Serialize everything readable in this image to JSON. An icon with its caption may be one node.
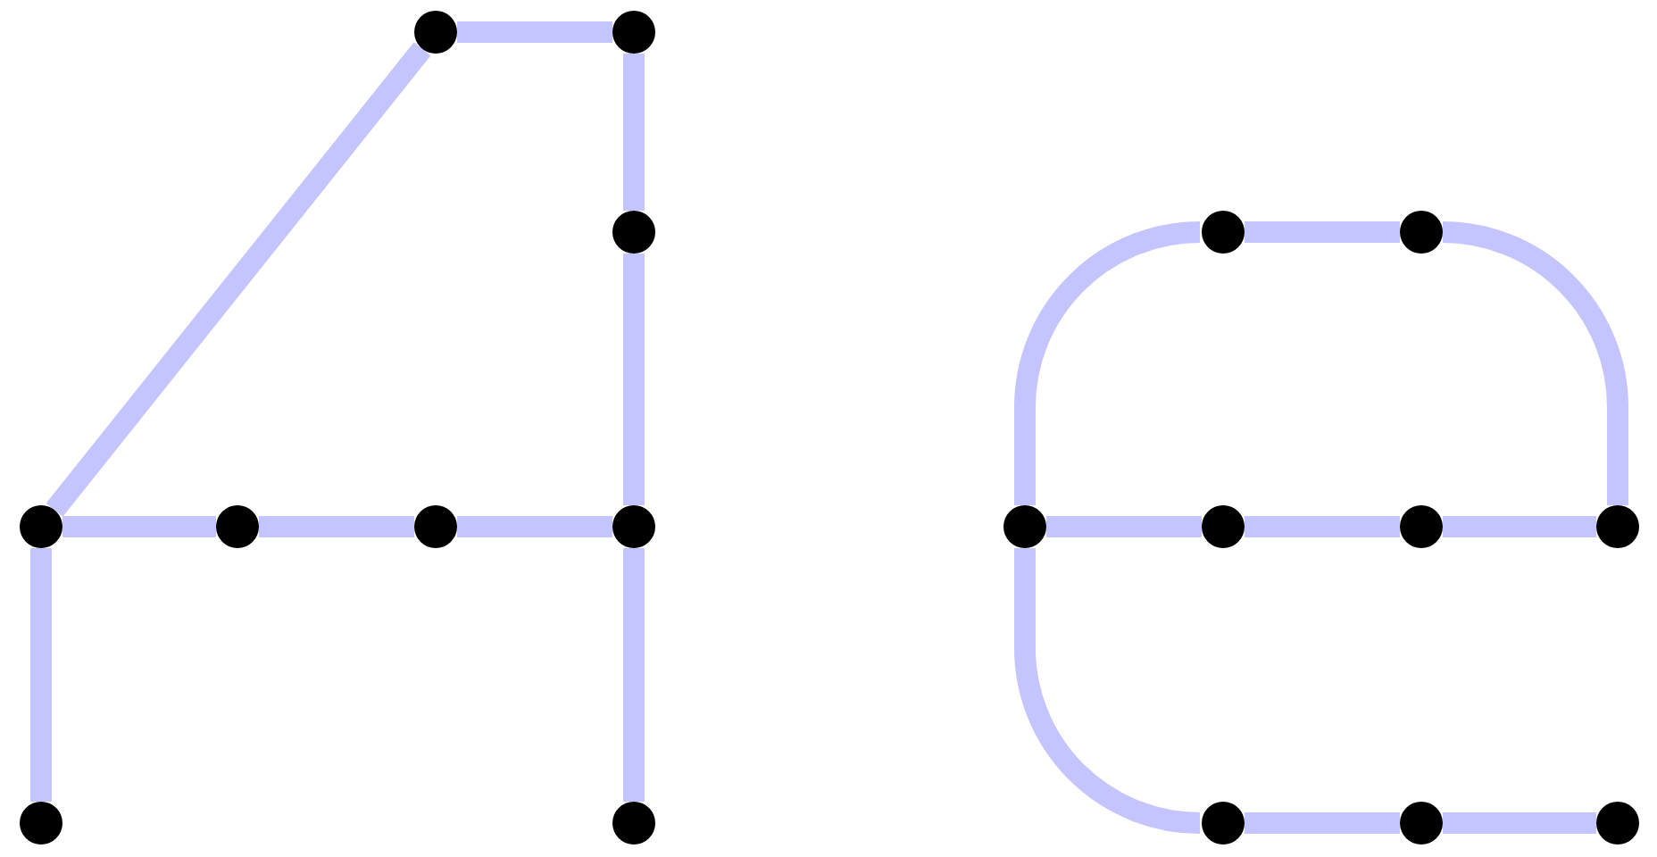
{
  "diagram": {
    "nodes": [
      {
        "text": [],
        "shape": "circle"
      },
      {
        "text": [],
        "shape": "circle"
      },
      {
        "text": [],
        "shape": "circle"
      },
      {
        "text": [],
        "shape": "circle"
      },
      {
        "text": [],
        "shape": "circle"
      },
      {
        "text": [],
        "shape": "circle"
      },
      {
        "text": [],
        "shape": "circle"
      },
      {
        "text": [],
        "shape": "circle"
      },
      {
        "text": [],
        "shape": "circle"
      },
      {
        "text": [],
        "shape": "circle"
      },
      {
        "text": [],
        "shape": "circle"
      },
      {
        "text": [],
        "shape": "circle"
      },
      {
        "text": [],
        "shape": "circle"
      },
      {
        "text": [],
        "shape": "circle"
      },
      {
        "text": [],
        "shape": "circle"
      },
      {
        "text": [],
        "shape": "circle"
      },
      {
        "text": [],
        "shape": "circle"
      },
      {
        "text": [],
        "shape": "circle"
      }
    ],
    "edges": [
      {
        "from": 3,
        "to": 0,
        "arrow": "none"
      },
      {
        "from": 0,
        "to": 1,
        "arrow": "none"
      },
      {
        "from": 1,
        "to": 2,
        "arrow": "none"
      },
      {
        "from": 2,
        "to": 6,
        "arrow": "none"
      },
      {
        "from": 3,
        "to": 4,
        "arrow": "none"
      },
      {
        "from": 4,
        "to": 5,
        "arrow": "none"
      },
      {
        "from": 5,
        "to": 6,
        "arrow": "none"
      },
      {
        "from": 3,
        "to": 7,
        "arrow": "none"
      },
      {
        "from": 6,
        "to": 8,
        "arrow": "none"
      },
      {
        "from": 9,
        "to": 10,
        "arrow": "none"
      },
      {
        "from": 11,
        "to": 9,
        "arrow": "none"
      },
      {
        "from": 10,
        "to": 14,
        "arrow": "none"
      },
      {
        "from": 11,
        "to": 12,
        "arrow": "none"
      },
      {
        "from": 12,
        "to": 13,
        "arrow": "none"
      },
      {
        "from": 13,
        "to": 14,
        "arrow": "none"
      },
      {
        "from": 11,
        "to": 15,
        "arrow": "none"
      },
      {
        "from": 15,
        "to": 16,
        "arrow": "none"
      },
      {
        "from": 16,
        "to": 17,
        "arrow": "none"
      }
    ]
  }
}
